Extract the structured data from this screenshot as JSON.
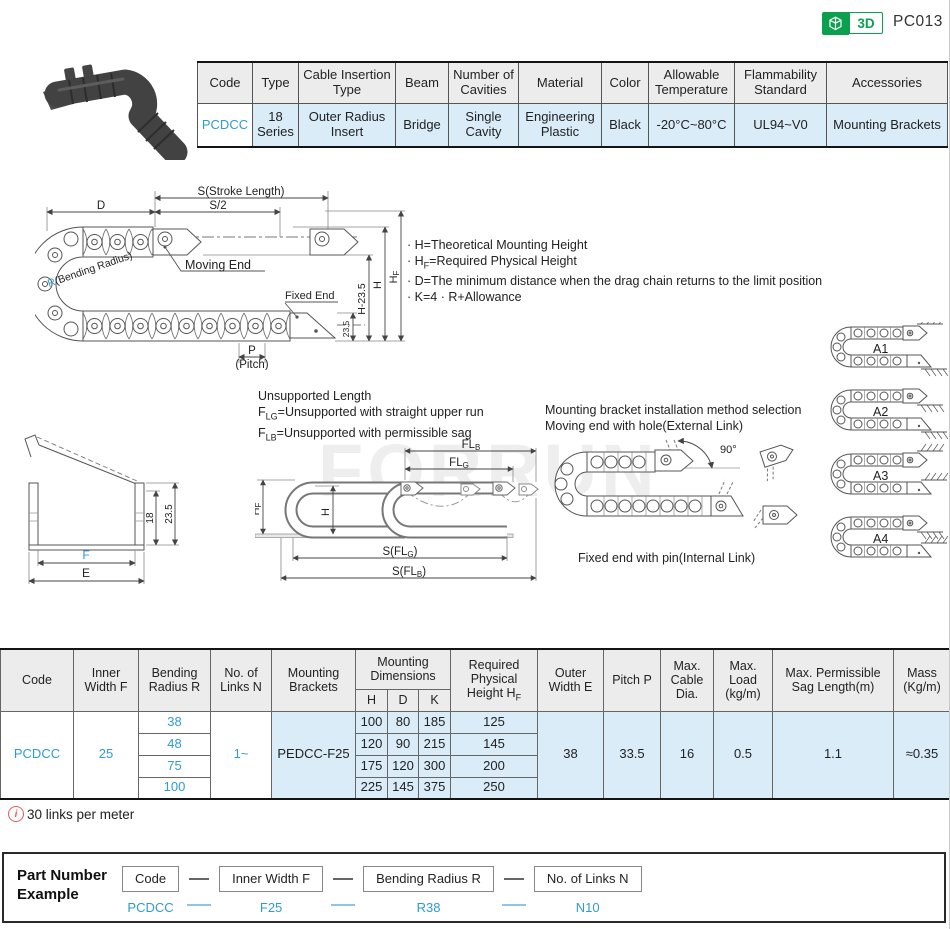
{
  "page": {
    "part_code": "PC013",
    "badge_3d": "3D"
  },
  "colors": {
    "accent_blue": "#2f9bd2",
    "cell_blue": "#daecf8",
    "header_gray": "#ececec",
    "green": "#0aa04e",
    "note_red": "#e25c5c"
  },
  "watermark": "FORRUN",
  "spec_table": {
    "headers": [
      "Code",
      "Type",
      "Cable Insertion Type",
      "Beam",
      "Number of Cavities",
      "Material",
      "Color",
      "Allowable Temperature",
      "Flammability Standard",
      "Accessories"
    ],
    "values": [
      "PCDCC",
      "18 Series",
      "Outer Radius Insert",
      "Bridge",
      "Single Cavity",
      "Engineering Plastic",
      "Black",
      "-20°C~80°C",
      "UL94~V0",
      "Mounting Brackets"
    ]
  },
  "main_diagram": {
    "s_stroke": "S(Stroke Length)",
    "s_half": "S/2",
    "d": "D",
    "moving_end": "Moving End",
    "r": "R",
    "r_paren": "(Bending Radius)",
    "fixed_end": "Fixed End",
    "h_minus": "H-23.5",
    "h": "H",
    "hf_pre": "H",
    "hf_sub": "F",
    "dim_235": "23.5",
    "p": "P",
    "pitch": "(Pitch)",
    "notes": {
      "n1": "· H=Theoretical Mounting Height",
      "n2_pre": "· H",
      "n2_sub": "F",
      "n2_post": "=Required Physical Height",
      "n3": "· D=The minimum distance when the drag chain returns to the limit position",
      "n4": "· K=4 · R+Allowance"
    }
  },
  "a_diagrams": {
    "labels": [
      "A1",
      "A2",
      "A3",
      "A4"
    ]
  },
  "cross_section": {
    "dim_18": "18",
    "dim_235": "23.5",
    "f": "F",
    "e": "E"
  },
  "unsupported": {
    "title": "Unsupported Length",
    "l1_pre": "F",
    "l1_sub": "LG",
    "l1_post": "=Unsupported with straight upper run",
    "l2_pre": "F",
    "l2_sub": "LB",
    "l2_post": "=Unsupported with permissible sag",
    "flb_pre": "FL",
    "flb_sub": "B",
    "flg_pre": "FL",
    "flg_sub": "G",
    "hf_pre": "H",
    "hf_sub": "F",
    "h": "H",
    "sflg_pre": "S(FL",
    "sflg_sub": "G",
    "sflg_post": ")",
    "sflb_pre": "S(FL",
    "sflb_sub": "B",
    "sflb_post": ")"
  },
  "mounting": {
    "title_line1": "Mounting bracket installation method selection",
    "title_line2": "Moving end with hole(External Link)",
    "angle": "90°",
    "caption": "Fixed end with pin(Internal Link)"
  },
  "size_table": {
    "headers": {
      "code": "Code",
      "inner_width": "Inner Width F",
      "bending_radius": "Bending Radius R",
      "links": "No. of Links N",
      "brackets": "Mounting Brackets",
      "mounting_dims": "Mounting Dimensions",
      "h": "H",
      "d": "D",
      "k": "K",
      "req_height_pre": "Required Physical Height H",
      "req_height_sub": "F",
      "outer_width": "Outer Width E",
      "pitch": "Pitch P",
      "max_cable": "Max. Cable Dia.",
      "max_load": "Max. Load (kg/m)",
      "max_sag": "Max. Permissible Sag Length(m)",
      "mass": "Mass (Kg/m)"
    },
    "code": "PCDCC",
    "inner_width": "25",
    "links": "1~",
    "brackets": "PEDCC-F25",
    "rows": [
      {
        "r": "38",
        "h": "100",
        "d": "80",
        "k": "185",
        "hf": "125"
      },
      {
        "r": "48",
        "h": "120",
        "d": "90",
        "k": "215",
        "hf": "145"
      },
      {
        "r": "75",
        "h": "175",
        "d": "120",
        "k": "300",
        "hf": "200"
      },
      {
        "r": "100",
        "h": "225",
        "d": "145",
        "k": "375",
        "hf": "250"
      }
    ],
    "outer_width": "38",
    "pitch": "33.5",
    "max_cable": "16",
    "max_load": "0.5",
    "max_sag": "1.1",
    "mass": "≈0.35"
  },
  "note": {
    "icon": "i",
    "text": "30 links per meter"
  },
  "part_number": {
    "title_line1": "Part Number",
    "title_line2": "Example",
    "items": [
      {
        "label": "Code",
        "value": "PCDCC"
      },
      {
        "label": "Inner Width F",
        "value": "F25"
      },
      {
        "label": "Bending Radius R",
        "value": "R38"
      },
      {
        "label": "No. of Links N",
        "value": "N10"
      }
    ]
  }
}
